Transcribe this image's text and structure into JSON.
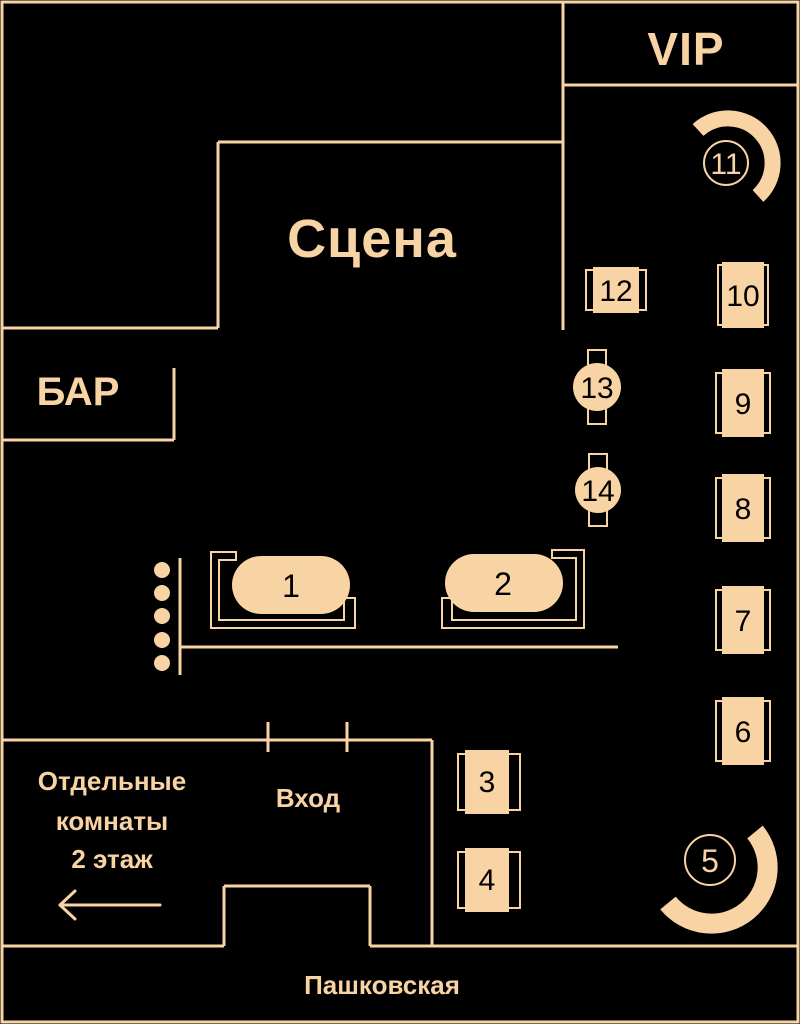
{
  "colors": {
    "background": "#000000",
    "accent": "#f8d3a3"
  },
  "labels": {
    "vip": "VIP",
    "stage": "Сцена",
    "bar": "БАР",
    "rooms_line1": "Отдельные",
    "rooms_line2": "комнаты",
    "rooms_line3": "2 этаж",
    "entrance": "Вход",
    "street": "Пашковская"
  },
  "tables": {
    "t1": "1",
    "t2": "2",
    "t3": "3",
    "t4": "4",
    "t5": "5",
    "t6": "6",
    "t7": "7",
    "t8": "8",
    "t9": "9",
    "t10": "10",
    "t11": "11",
    "t12": "12",
    "t13": "13",
    "t14": "14"
  },
  "icons": {
    "rooms_arrow": "arrow-left-icon"
  }
}
